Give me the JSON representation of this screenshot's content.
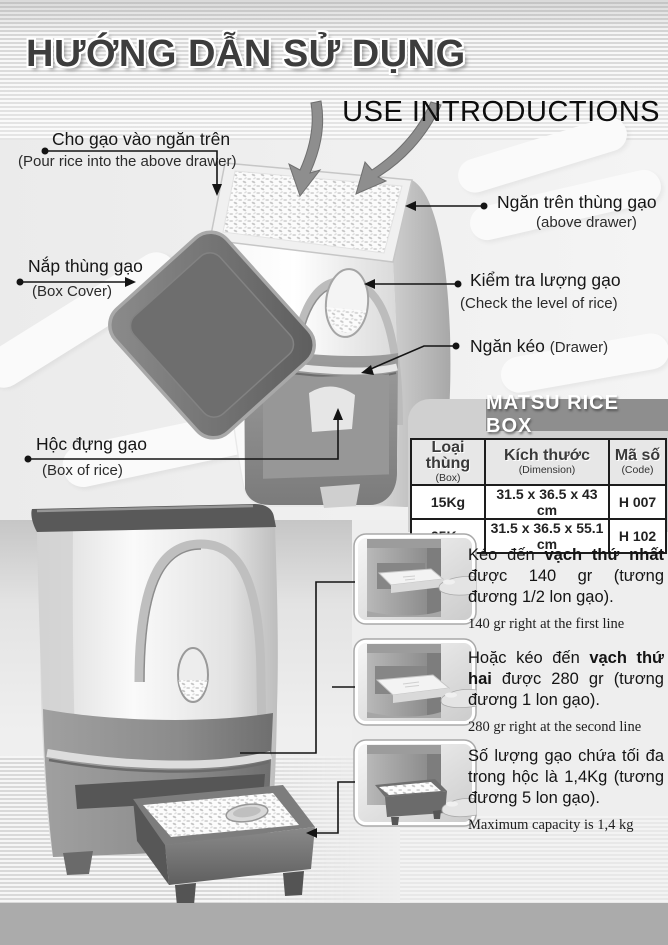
{
  "header": {
    "title_vi": "HƯỚNG DẪN SỬ DỤNG",
    "title_en": "USE INTRODUCTIONS"
  },
  "callouts": {
    "pour_rice": {
      "vi": "Cho gạo vào ngăn trên",
      "en": "(Pour rice into the above drawer)"
    },
    "above_drawer": {
      "vi": "Ngăn trên thùng gạo",
      "en": "(above  drawer)"
    },
    "box_cover": {
      "vi": "Nắp thùng gạo",
      "en": "(Box Cover)"
    },
    "check_level": {
      "vi": "Kiểm tra lượng gạo",
      "en": "(Check the level of rice)"
    },
    "drawer": {
      "vi": "Ngăn kéo",
      "en": "(Drawer)"
    },
    "box_of_rice": {
      "vi": "Hộc đựng gạo",
      "en": "(Box of rice)"
    }
  },
  "spec_table": {
    "banner": "MATSU RICE BOX",
    "columns": [
      {
        "vi": "Loại thùng",
        "en": "(Box)"
      },
      {
        "vi": "Kích thước",
        "en": "(Dimension)"
      },
      {
        "vi": "Mã số",
        "en": "(Code)"
      }
    ],
    "rows": [
      {
        "box": "15Kg",
        "dimension": "31.5 x 36.5 x 43 cm",
        "code": "H 007"
      },
      {
        "box": "25Kg",
        "dimension": "31.5 x 36.5 x 55.1 cm",
        "code": "H 102"
      }
    ]
  },
  "steps": [
    {
      "vi_pre": "Kéo đến ",
      "vi_bold": "vạch thứ nhất",
      "vi_post": " được 140 gr (tương đương 1/2 lon gạo).",
      "en": "140 gr right at the first line"
    },
    {
      "vi_pre": "Hoặc kéo đến ",
      "vi_bold": "vạch thứ hai",
      "vi_post": " được 280 gr (tương đương 1 lon gạo).",
      "en": "280 gr right at the second line"
    },
    {
      "vi_pre": "Số lượng gạo chứa tối đa trong hộc là 1,4Kg (tương đương 5 lon gạo).",
      "vi_bold": "",
      "vi_post": "",
      "en": "Maximum capacity is 1,4 kg"
    }
  ],
  "colors": {
    "title_gray": "#3d3d3d",
    "banner_gray": "#8e8e8e",
    "footer_gray": "#ababab"
  }
}
